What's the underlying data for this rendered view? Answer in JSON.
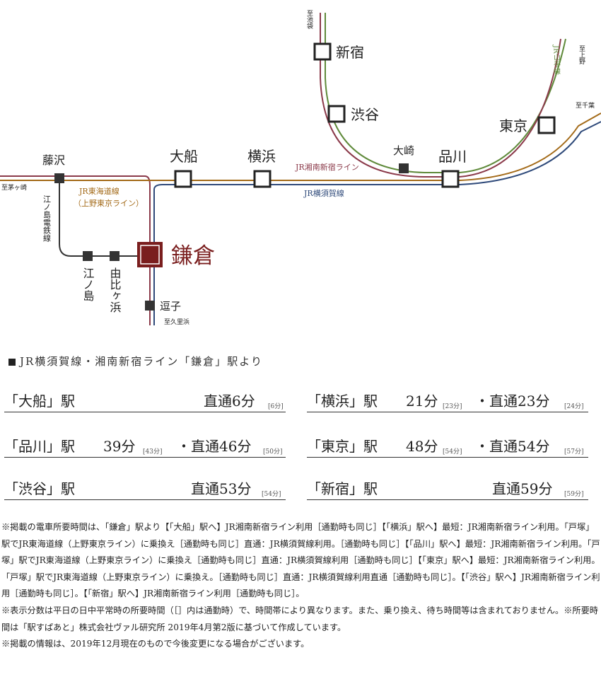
{
  "colors": {
    "shonan_shinjuku": "#8b3a4a",
    "yokosuka": "#2f4a7a",
    "yamanote": "#5f8a3a",
    "tokaido": "#a36a18",
    "enoden": "#333333",
    "kamakura": "#7a1e1e"
  },
  "map": {
    "stations": {
      "shinjuku": "新宿",
      "shibuya": "渋谷",
      "tokyo": "東京",
      "osaki": "大崎",
      "shinagawa": "品川",
      "yokohama": "横浜",
      "ofuna": "大船",
      "fujisawa": "藤沢",
      "kamakura": "鎌倉",
      "enoshima": "江ノ島",
      "yuigahama": "由比ヶ浜",
      "zushi": "逗子"
    },
    "directions": {
      "ikebukuro": "至池袋",
      "ueno": "至上野",
      "chiba": "至千葉",
      "chigasaki": "至茅ヶ崎",
      "kurihama": "至久里浜"
    },
    "lines": {
      "yamanote": "JR山手線",
      "shonan_shinjuku": "JR湘南新宿ライン",
      "yokosuka": "JR横須賀線",
      "tokaido": "JR東海道線",
      "tokaido_sub": "（上野東京ライン）",
      "enoden": "江ノ島電鉄線"
    }
  },
  "heading": "JR横須賀線・湘南新宿ライン「鎌倉」駅より",
  "times": [
    {
      "station": "「大船」駅",
      "fast": "",
      "fast_rush": "",
      "direct": "直通6分",
      "direct_rush": "[6分]"
    },
    {
      "station": "「横浜」駅",
      "fast": "21分",
      "fast_rush": "[23分]",
      "direct": "・直通23分",
      "direct_rush": "[24分]"
    },
    {
      "station": "「品川」駅",
      "fast": "39分",
      "fast_rush": "[43分]",
      "direct": "・直通46分",
      "direct_rush": "[50分]"
    },
    {
      "station": "「東京」駅",
      "fast": "48分",
      "fast_rush": "[54分]",
      "direct": "・直通54分",
      "direct_rush": "[57分]"
    },
    {
      "station": "「渋谷」駅",
      "fast": "",
      "fast_rush": "",
      "direct": "直通53分",
      "direct_rush": "[54分]"
    },
    {
      "station": "「新宿」駅",
      "fast": "",
      "fast_rush": "",
      "direct": "直通59分",
      "direct_rush": "[59分]"
    }
  ],
  "notes": [
    "※掲載の電車所要時間は、「鎌倉」駅より【「大船」駅へ】JR湘南新宿ライン利用［通勤時も同じ］【「横浜」駅へ】最短：JR湘南新宿ライン利用。「戸塚」駅でJR東海道線（上野東京ライン）に乗換え［通勤時も同じ］直通：JR横須賀線利用。［通勤時も同じ］【「品川」駅へ】最短：JR湘南新宿ライン利用。「戸塚」駅でJR東海道線（上野東京ライン）に乗換え［通勤時も同じ］直通：JR横須賀線利用［通勤時も同じ］【「東京」駅へ】最短：JR湘南新宿ライン利用。「戸塚」駅でJR東海道線（上野東京ライン）に乗換え。［通勤時も同じ］直通：JR横須賀線利用直通［通勤時も同じ］。【「渋谷」駅へ】JR湘南新宿ライン利用［通勤時も同じ］。【「新宿」駅へ】JR湘南新宿ライン利用［通勤時も同じ］。",
    "※表示分数は平日の日中平常時の所要時間（［］内は通勤時）で、時間帯により異なります。また、乗り換え、待ち時間等は含まれておりません。※所要時間は「駅すぱあと」株式会社ヴァル研究所 2019年4月第2版に基づいて作成しています。",
    "※掲載の情報は、2019年12月現在のもので今後変更になる場合がございます。"
  ]
}
